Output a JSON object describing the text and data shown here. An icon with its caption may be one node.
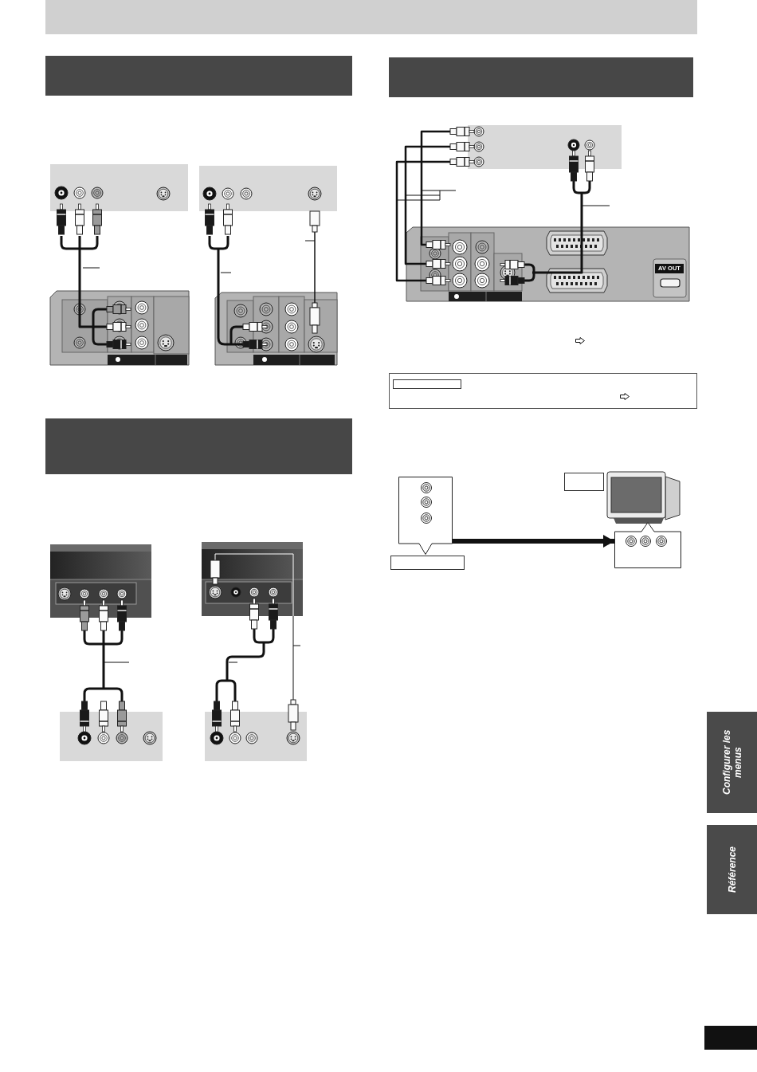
{
  "diagram": {
    "nodes": [
      {
        "text": [],
        "shape": "box"
      },
      {
        "text": [],
        "shape": "box"
      }
    ],
    "edges": [
      {
        "from": 0,
        "to": 1,
        "arrow": "to"
      }
    ],
    "labels": [
      "AV OUT",
      "Configurer les menus",
      "Référence"
    ]
  }
}
